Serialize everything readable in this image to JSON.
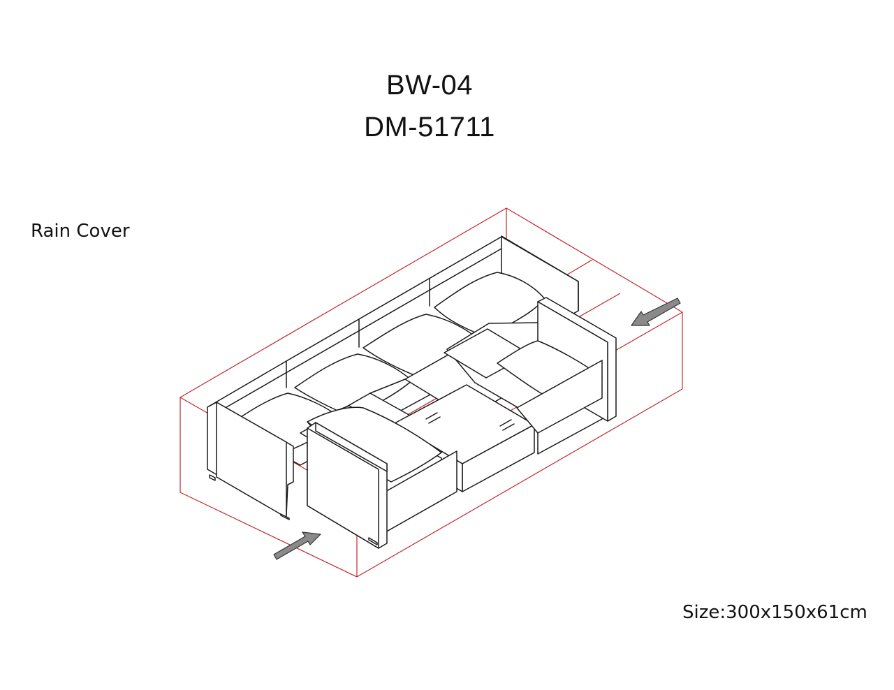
{
  "title": {
    "line1": "BW-04",
    "line2": "DM-51711"
  },
  "labels": {
    "product": "Rain Cover",
    "size": "Size:300x150x61cm"
  },
  "colors": {
    "cover_outline": "#c0272d",
    "furniture_outline": "#1a1a1a",
    "arrow_fill": "#8a8a8a"
  },
  "icons": {
    "arrow_right": "arrow-upper-right-icon",
    "arrow_left": "arrow-lower-left-icon"
  }
}
